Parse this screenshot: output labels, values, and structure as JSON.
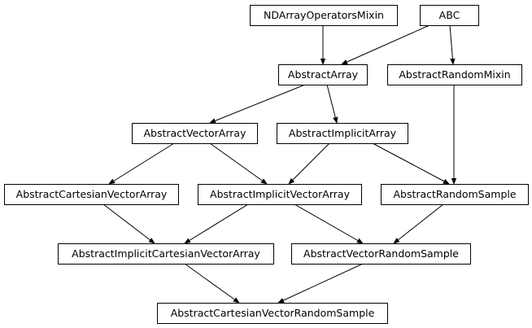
{
  "nodes": [
    {
      "id": "ndarray_mixin",
      "label": "NDArrayOperatorsMixin"
    },
    {
      "id": "abc",
      "label": "ABC"
    },
    {
      "id": "abstract_array",
      "label": "AbstractArray"
    },
    {
      "id": "abstract_random_mixin",
      "label": "AbstractRandomMixin"
    },
    {
      "id": "abstract_vector_array",
      "label": "AbstractVectorArray"
    },
    {
      "id": "abstract_implicit_array",
      "label": "AbstractImplicitArray"
    },
    {
      "id": "abstract_cartesian_vector_array",
      "label": "AbstractCartesianVectorArray"
    },
    {
      "id": "abstract_implicit_vector_array",
      "label": "AbstractImplicitVectorArray"
    },
    {
      "id": "abstract_random_sample",
      "label": "AbstractRandomSample"
    },
    {
      "id": "abstract_implicit_cartesian_vector_array",
      "label": "AbstractImplicitCartesianVectorArray"
    },
    {
      "id": "abstract_vector_random_sample",
      "label": "AbstractVectorRandomSample"
    },
    {
      "id": "abstract_cartesian_vector_random_sample",
      "label": "AbstractCartesianVectorRandomSample"
    }
  ],
  "edges": [
    {
      "from": "ndarray_mixin",
      "to": "abstract_array"
    },
    {
      "from": "abc",
      "to": "abstract_array"
    },
    {
      "from": "abc",
      "to": "abstract_random_mixin"
    },
    {
      "from": "abstract_array",
      "to": "abstract_vector_array"
    },
    {
      "from": "abstract_array",
      "to": "abstract_implicit_array"
    },
    {
      "from": "abstract_vector_array",
      "to": "abstract_cartesian_vector_array"
    },
    {
      "from": "abstract_vector_array",
      "to": "abstract_implicit_vector_array"
    },
    {
      "from": "abstract_implicit_array",
      "to": "abstract_implicit_vector_array"
    },
    {
      "from": "abstract_implicit_array",
      "to": "abstract_random_sample"
    },
    {
      "from": "abstract_random_mixin",
      "to": "abstract_random_sample"
    },
    {
      "from": "abstract_cartesian_vector_array",
      "to": "abstract_implicit_cartesian_vector_array"
    },
    {
      "from": "abstract_implicit_vector_array",
      "to": "abstract_implicit_cartesian_vector_array"
    },
    {
      "from": "abstract_implicit_vector_array",
      "to": "abstract_vector_random_sample"
    },
    {
      "from": "abstract_random_sample",
      "to": "abstract_vector_random_sample"
    },
    {
      "from": "abstract_implicit_cartesian_vector_array",
      "to": "abstract_cartesian_vector_random_sample"
    },
    {
      "from": "abstract_vector_random_sample",
      "to": "abstract_cartesian_vector_random_sample"
    }
  ]
}
